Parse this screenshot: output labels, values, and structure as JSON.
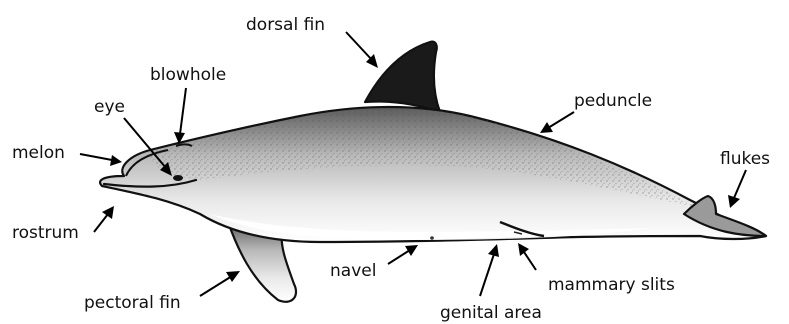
{
  "labels": {
    "dorsal_fin": "dorsal fin",
    "blowhole": "blowhole",
    "eye": "eye",
    "melon": "melon",
    "rostrum": "rostrum",
    "pectoral_fin": "pectoral fin",
    "peduncle": "peduncle",
    "flukes": "flukes",
    "navel": "navel",
    "mammary_slits": "mammary slits",
    "genital_area": "genital area"
  },
  "colors": {
    "ink": "#111111",
    "shade": "#4a4a4a",
    "body_fill": "#f4f4f4",
    "background": "#ffffff"
  }
}
